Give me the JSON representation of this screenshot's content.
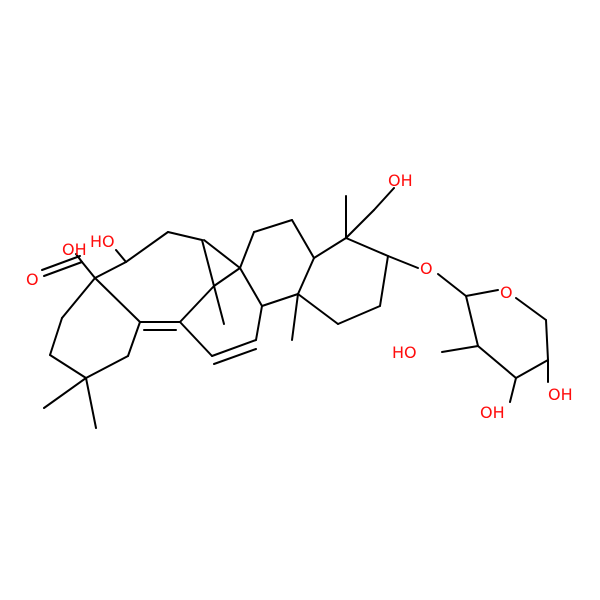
{
  "molecule": {
    "colors": {
      "bond": "#000000",
      "heteroatom": "#ff0d0d",
      "background": "#ffffff"
    },
    "labels": {
      "cooh_oh": "OH",
      "cooh_o": "O",
      "oh_ring": "HO",
      "oh_ch2": "OH",
      "ether_o": "O",
      "ring_o": "O",
      "sugar_oh_left": "HO",
      "sugar_oh_bottom": "OH",
      "sugar_oh_right": "OH"
    }
  }
}
